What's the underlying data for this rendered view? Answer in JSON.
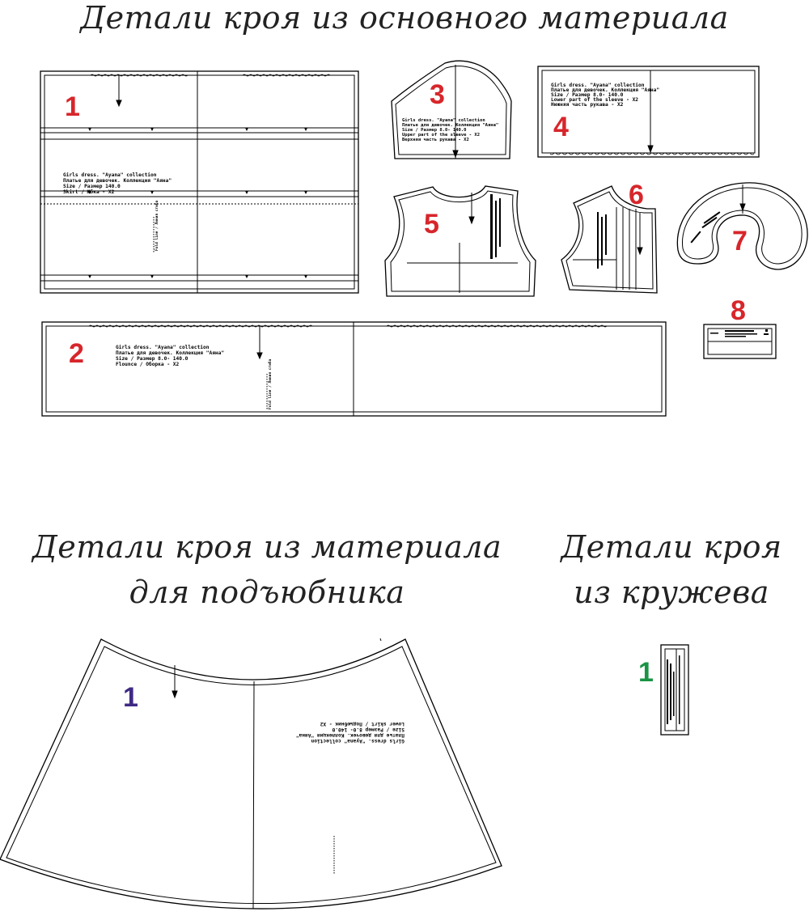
{
  "headings": {
    "main": "Детали кроя из основного материала",
    "petticoat": "Детали кроя из материала для подъюбника",
    "lace": "Детали кроя из кружева"
  },
  "colors": {
    "main_numbers": "#d7262b",
    "petticoat_number": "#3f2a84",
    "lace_number": "#1a9444",
    "lines": "#000000"
  },
  "pieces": {
    "p1": {
      "number": "1",
      "label": [
        "Girls dress. \"Ayana\" collection",
        "Платье для девочек. Коллекция \"Аяна\"",
        "Size / Размер 140.0",
        "Skirt / Юбка - X2"
      ],
      "fold": "Fold line / Линия сгиба"
    },
    "p2": {
      "number": "2",
      "label": [
        "Girls dress. \"Ayana\" collection",
        "Платье для девочек. Коллекция \"Аяна\"",
        "Size / Размер 8.0- 140.0",
        "Flounce / Оборка - X2"
      ],
      "fold": "Fold line / Линия сгиба"
    },
    "p3": {
      "number": "3",
      "label": [
        "Girls dress. \"Ayana\" collection",
        "Платье для девочек. Коллекция \"Аяна\"",
        "Size / Размер 8.0- 140.0",
        "Upper part of the sleeve - X2",
        "Верхняя часть рукава - X2"
      ]
    },
    "p4": {
      "number": "4",
      "label": [
        "Girls dress. \"Ayana\" collection",
        "Платье для девочек. Коллекция \"Аяна\"",
        "Size / Размер 8.0- 140.0",
        "Lower part of the sleeve - X2",
        "Нижняя часть рукава - X2"
      ]
    },
    "p5": {
      "number": "5"
    },
    "p6": {
      "number": "6"
    },
    "p7": {
      "number": "7"
    },
    "p8": {
      "number": "8"
    },
    "petticoat1": {
      "number": "1",
      "label": [
        "Girls dress. \"Ayana\" collection",
        "Платье для девочек. Коллекция \"Аяна\"",
        "Size / Размер 8.0- 140.0",
        "Lower skirt / Подъюбник - X2"
      ]
    },
    "lace1": {
      "number": "1"
    }
  }
}
